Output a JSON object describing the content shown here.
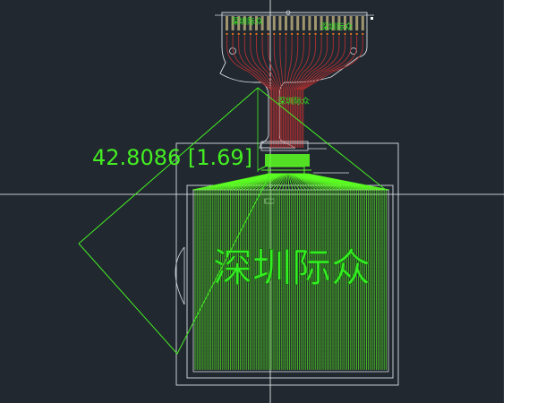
{
  "drawing": {
    "dimension_text": "42.8086 [1.69]",
    "brand_label": "深圳际众",
    "tail_label_left": "深圳际众",
    "tail_label_right": "深圳际众",
    "neck_label": "深圳际众",
    "panel_watermark": "深圳际众"
  },
  "colors": {
    "background": "#212830",
    "outline": "#d9dde2",
    "trace_red": "#b03030",
    "trace_green": "#5cff22",
    "text_green": "#33ee22",
    "dimension_green": "#44ee22",
    "crosshair": "#ffffff"
  }
}
